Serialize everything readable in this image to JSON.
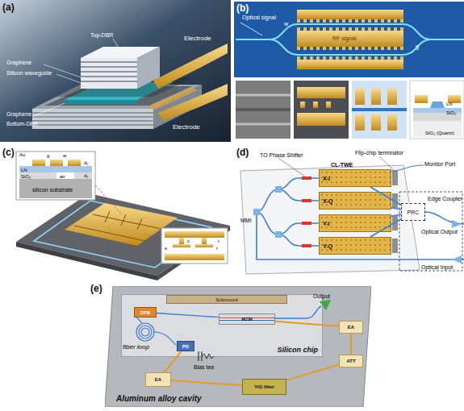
{
  "diagram": {
    "nodes": [
      {
        "text": [
          "X-I"
        ]
      },
      {
        "text": [
          "X-Q"
        ]
      },
      {
        "text": [
          "Y-I"
        ]
      },
      {
        "text": [
          "Y-Q"
        ]
      },
      {
        "text": [
          "PRC"
        ]
      },
      {
        "text": [
          "Aluminum alloy cavity"
        ]
      },
      {
        "text": [
          "Silicon chip"
        ],
        "in": 5
      },
      {
        "text": [
          "Submount"
        ],
        "in": 6
      },
      {
        "text": [
          "DFB"
        ],
        "in": 6
      },
      {
        "text": [
          "MZM"
        ],
        "in": 6
      },
      {
        "text": [
          "PD"
        ],
        "in": 6
      },
      {
        "text": [
          "EA"
        ],
        "in": 5
      },
      {
        "text": [
          "YIG filter"
        ],
        "in": 5
      },
      {
        "text": [
          "EA"
        ],
        "in": 5
      },
      {
        "text": [
          "ATT"
        ],
        "in": 5
      }
    ],
    "edges": [
      {
        "from": 0,
        "to": 4,
        "arrow": "none"
      },
      {
        "from": 1,
        "to": 4,
        "arrow": "none"
      },
      {
        "from": 2,
        "to": 4,
        "arrow": "none"
      },
      {
        "from": 3,
        "to": 4,
        "arrow": "none"
      },
      {
        "from": 8,
        "to": 9,
        "arrow": "none"
      },
      {
        "from": 10,
        "to": 11,
        "arrow": "none"
      },
      {
        "from": 11,
        "to": 12,
        "arrow": "none"
      },
      {
        "from": 12,
        "to": 14,
        "arrow": "none"
      },
      {
        "from": 14,
        "to": 13,
        "arrow": "none"
      },
      {
        "from": 13,
        "to": 9,
        "arrow": "none"
      }
    ],
    "labels": [
      "(a)",
      "Electrode",
      "Top-DBR",
      "Graphene",
      "Silicon waveguide",
      "Graphene",
      "Bottom-DBR",
      "Electrode",
      "(b)",
      "Optical signal",
      "RF signal",
      "w",
      "g",
      "LN",
      "SiO₂",
      "SiO₂ (Quartz)",
      "(c)",
      "Au",
      "LN",
      "SiO₂",
      "air",
      "silicon substrate",
      "g",
      "w",
      "d₁",
      "d₂",
      "c",
      "r",
      "t",
      "s",
      "(d)",
      "TO Phase Shifter",
      "Flip-chip terminator",
      "Monitor Port",
      "CL-TWE",
      "MMI",
      "Edge Coupler",
      "Optical Output",
      "Optical Input",
      "(e)",
      "Output",
      "fiber loop",
      "Bias tee"
    ]
  }
}
